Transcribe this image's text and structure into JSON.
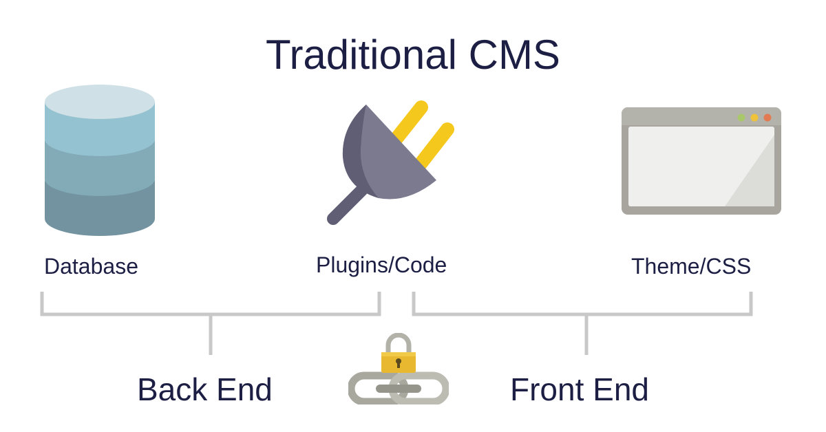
{
  "title": "Traditional CMS",
  "components": {
    "database": {
      "label": "Database",
      "icon": "database-icon"
    },
    "plugins": {
      "label": "Plugins/Code",
      "icon": "plug-icon"
    },
    "theme": {
      "label": "Theme/CSS",
      "icon": "browser-window-icon"
    }
  },
  "groups": {
    "back_end": {
      "label": "Back End"
    },
    "front_end": {
      "label": "Front End"
    }
  },
  "link_icon": "locked-chain-icon",
  "colors": {
    "text": "#1c1e44",
    "bracket": "#c8c8c8",
    "db_top": "#cfe0e6",
    "db_band1": "#95c2d0",
    "db_band2": "#82aab7",
    "db_band3": "#72939f",
    "plug_body": "#7b7a8e",
    "plug_prongs": "#f5c81e",
    "browser_frame": "#a7a59d",
    "lock_gold": "#e8b830"
  }
}
